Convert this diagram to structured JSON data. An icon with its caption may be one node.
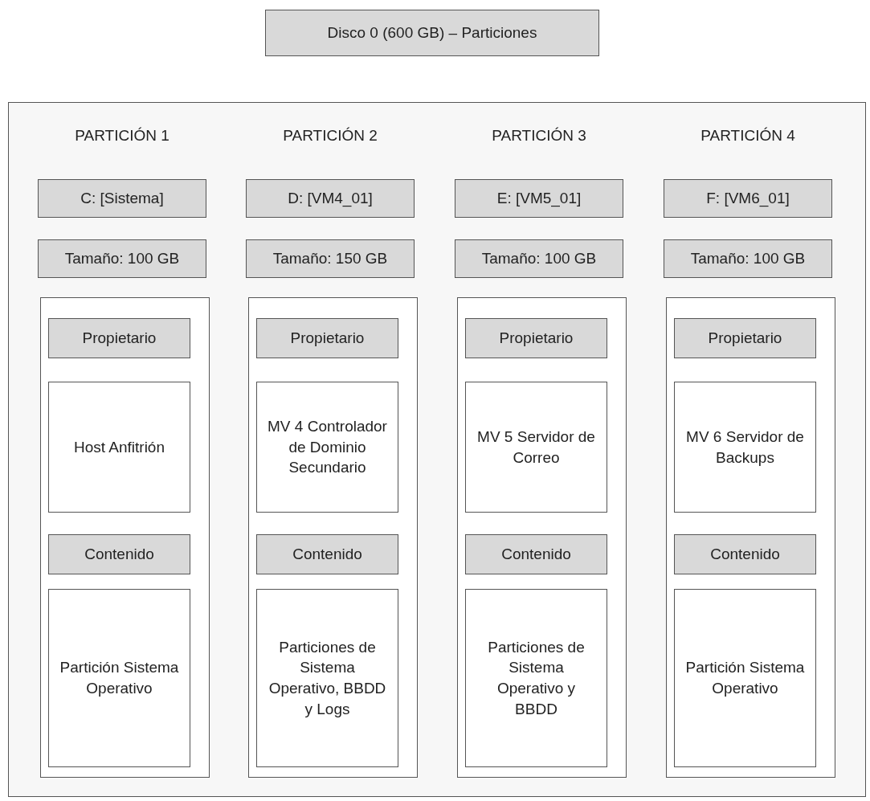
{
  "diagram": {
    "nodes": [
      {
        "text": [
          "Disco 0 (600 GB) – Particiones"
        ]
      },
      {
        "text": [],
        "shape": "box"
      },
      {
        "text": [
          "C: [Sistema]"
        ],
        "in": 1
      },
      {
        "text": [
          "Tamaño: 100 GB"
        ],
        "in": 1
      },
      {
        "text": [],
        "shape": "box",
        "in": 1
      },
      {
        "text": [
          "Propietario"
        ],
        "in": 4
      },
      {
        "text": [
          "Host Anfitrión"
        ],
        "in": 4
      },
      {
        "text": [
          "Contenido"
        ],
        "in": 4
      },
      {
        "text": [
          "Partición Sistema Operativo"
        ],
        "in": 4
      },
      {
        "text": [
          "D: [VM4_01]"
        ],
        "in": 1
      },
      {
        "text": [
          "Tamaño: 150 GB"
        ],
        "in": 1
      },
      {
        "text": [],
        "shape": "box",
        "in": 1
      },
      {
        "text": [
          "Propietario"
        ],
        "in": 11
      },
      {
        "text": [
          "MV 4 Controlador de Dominio Secundario"
        ],
        "in": 11
      },
      {
        "text": [
          "Contenido"
        ],
        "in": 11
      },
      {
        "text": [
          "Particiones de Sistema Operativo, BBDD y Logs"
        ],
        "in": 11
      },
      {
        "text": [
          "E: [VM5_01]"
        ],
        "in": 1
      },
      {
        "text": [
          "Tamaño: 100 GB"
        ],
        "in": 1
      },
      {
        "text": [],
        "shape": "box",
        "in": 1
      },
      {
        "text": [
          "Propietario"
        ],
        "in": 18
      },
      {
        "text": [
          "MV 5 Servidor de Correo"
        ],
        "in": 18
      },
      {
        "text": [
          "Contenido"
        ],
        "in": 18
      },
      {
        "text": [
          "Particiones de Sistema Operativo y BBDD"
        ],
        "in": 18
      },
      {
        "text": [
          "F: [VM6_01]"
        ],
        "in": 1
      },
      {
        "text": [
          "Tamaño: 100 GB"
        ],
        "in": 1
      },
      {
        "text": [],
        "shape": "box",
        "in": 1
      },
      {
        "text": [
          "Propietario"
        ],
        "in": 25
      },
      {
        "text": [
          "MV 6 Servidor de Backups"
        ],
        "in": 25
      },
      {
        "text": [
          "Contenido"
        ],
        "in": 25
      },
      {
        "text": [
          "Partición Sistema Operativo"
        ],
        "in": 25
      }
    ],
    "edges": [],
    "labels": [
      "PARTICIÓN 1",
      "PARTICIÓN 2",
      "PARTICIÓN 3",
      "PARTICIÓN 4"
    ]
  }
}
